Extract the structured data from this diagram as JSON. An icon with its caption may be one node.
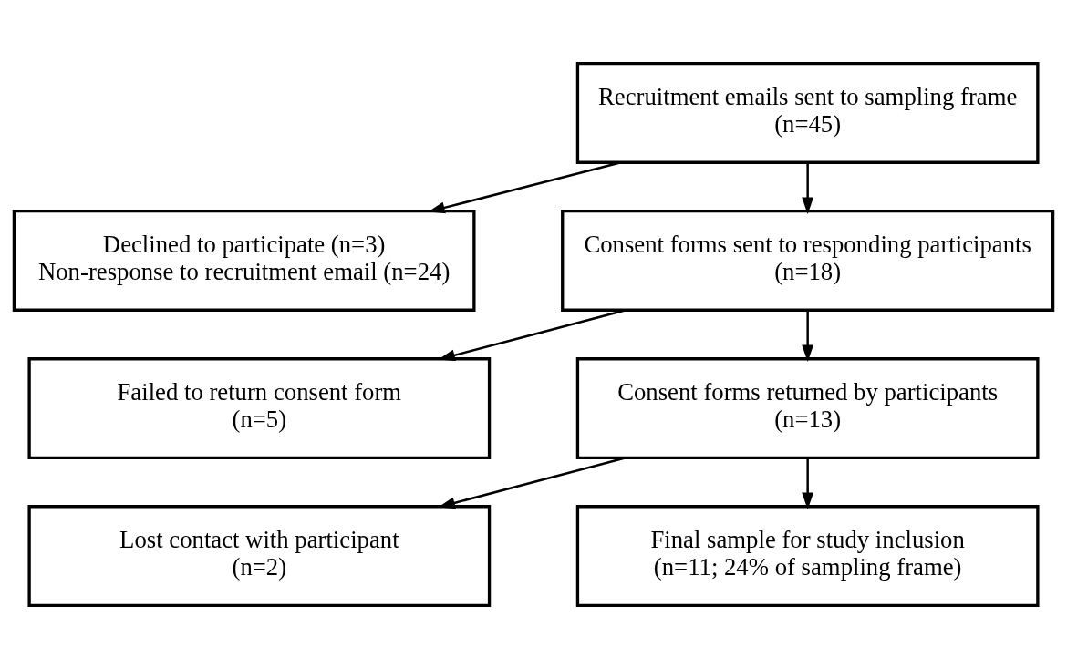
{
  "diagram": {
    "nodes": [
      {
        "text": [
          "Recruitment emails sent to sampling frame",
          "(n=45)"
        ]
      },
      {
        "text": [
          "Declined to participate (n=3)",
          "Non-response to recruitment email (n=24)"
        ]
      },
      {
        "text": [
          "Consent forms sent to responding participants",
          "(n=18)"
        ]
      },
      {
        "text": [
          "Failed to return consent form",
          "(n=5)"
        ]
      },
      {
        "text": [
          "Consent forms returned by participants",
          "(n=13)"
        ]
      },
      {
        "text": [
          "Lost contact with participant",
          "(n=2)"
        ]
      },
      {
        "text": [
          "Final sample for study inclusion",
          "(n=11; 24% of sampling frame)"
        ]
      }
    ],
    "edges": [
      {
        "from": 0,
        "to": 1,
        "arrow": "to"
      },
      {
        "from": 0,
        "to": 2,
        "arrow": "to"
      },
      {
        "from": 2,
        "to": 3,
        "arrow": "to"
      },
      {
        "from": 2,
        "to": 4,
        "arrow": "to"
      },
      {
        "from": 4,
        "to": 5,
        "arrow": "to"
      },
      {
        "from": 4,
        "to": 6,
        "arrow": "to"
      }
    ]
  }
}
